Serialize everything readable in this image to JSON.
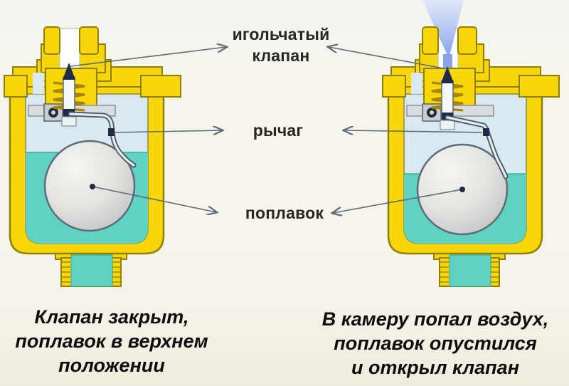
{
  "diagram_labels": {
    "needle_valve": "игольчатый\nклапан",
    "lever": "рычаг",
    "float": "поплавок"
  },
  "captions": {
    "left": "Клапан закрыт,\nпоплавок в верхнем\nположении",
    "right": "В камеру попал воздух,\nпоплавок опустился\nи открыл клапан"
  },
  "valves": {
    "left": {
      "state": "closed",
      "float_position": "up",
      "water_level": "high",
      "air_jet": false
    },
    "right": {
      "state": "open",
      "float_position": "down",
      "water_level": "low",
      "air_jet": true
    }
  },
  "colors": {
    "background": "#f6f4ea",
    "brass_body": "#f8d70a",
    "brass_outline": "#8e8000",
    "water": "#5fd2c1",
    "chamber_air": "#d9e9ef",
    "float_ball": "#e3e3e0",
    "needle": "#1f2b47",
    "air_jet": "#8ba6ea",
    "leader_line": "#5f6d7a",
    "text": "#111111"
  }
}
